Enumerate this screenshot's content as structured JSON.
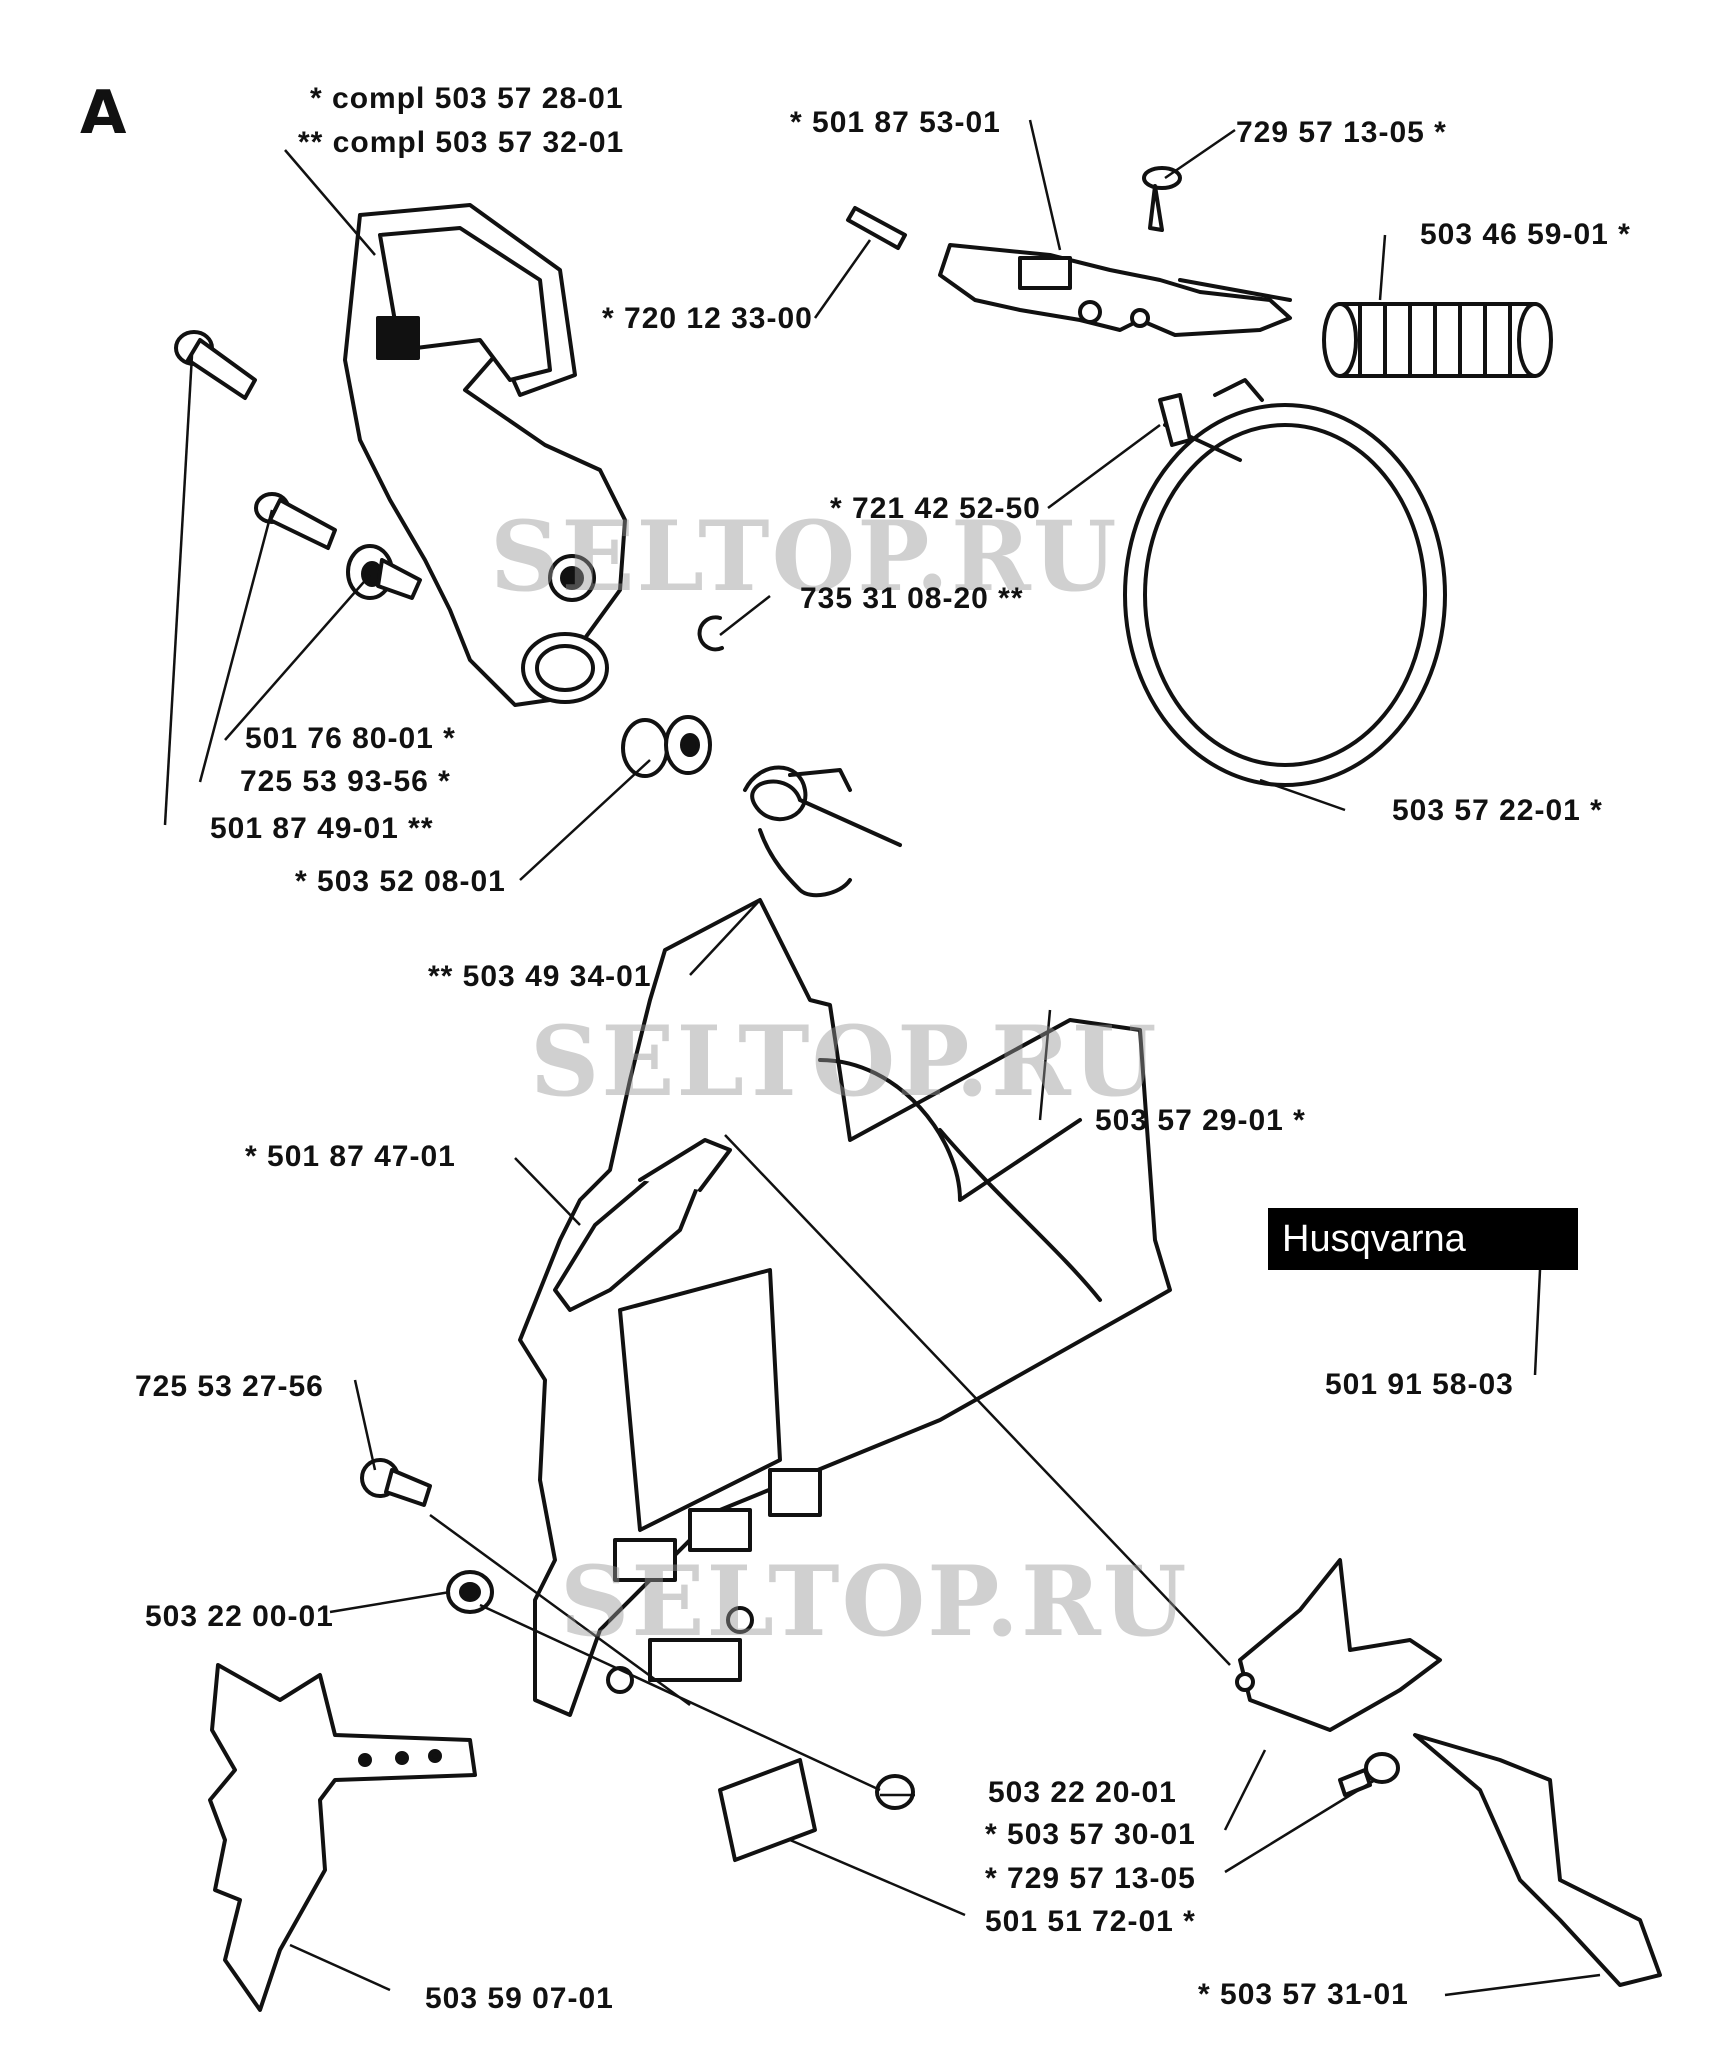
{
  "section_letter": "A",
  "watermarks": [
    "SELTOP.RU",
    "SELTOP.RU",
    "SELTOP.RU"
  ],
  "brand_plate": "Husqvarna",
  "labels": [
    "* compl 503 57 28-01",
    "** compl 503 57 32-01",
    "* 501 87 53-01",
    "729 57 13-05 *",
    "503 46 59-01 *",
    "* 720 12 33-00",
    "* 721 42 52-50",
    "735 31 08-20 **",
    "501 76 80-01 *",
    "725 53 93-56 *",
    "501 87 49-01 **",
    "* 503 52 08-01",
    "** 503 49 34-01",
    "503 57 22-01 *",
    "* 501 87 47-01",
    "503 57 29-01 *",
    "501 91 58-03",
    "725 53 27-56",
    "503 22 00-01",
    "503 22 20-01",
    "* 503 57 30-01",
    "* 729 57 13-05",
    "501 51 72-01 *",
    "503 59 07-01",
    "* 503 57 31-01"
  ]
}
